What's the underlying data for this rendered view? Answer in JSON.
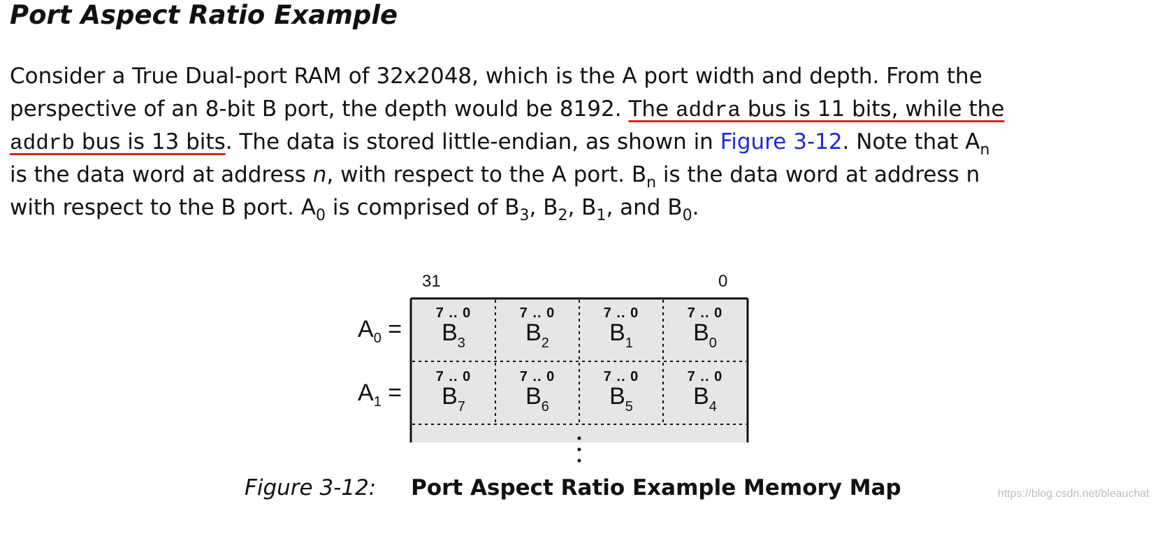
{
  "heading": "Port Aspect Ratio Example",
  "para": {
    "l1": "Consider a True Dual-port RAM of 32x2048, which is the A port width and depth. From the",
    "l2a": "perspective of an 8-bit B port, the depth would be 8192. ",
    "l2b": "The ",
    "l2c": "addra",
    "l2d": " bus is 11 bits, while the",
    "l3a": "addrb",
    "l3b": " bus is 13 bits",
    "l3c": ". The data is stored little-endian, as shown in ",
    "l3link": "Figure 3-12",
    "l3d": ". Note that A",
    "l3sub": "n",
    "l4a": "is the data word at address ",
    "l4b": "n",
    "l4c": ", with respect to the A port. B",
    "l4sub": "n",
    "l4d": " is the data word at address n",
    "l5a": "with respect to the B port. A",
    "l5s1": "0",
    "l5b": " is comprised of B",
    "l5s2": "3",
    "l5c": ", B",
    "l5s3": "2",
    "l5d": ", B",
    "l5s4": "1",
    "l5e": ", and B",
    "l5s5": "0",
    "l5f": "."
  },
  "diagram": {
    "msb": "31",
    "lsb": "0",
    "rows": [
      {
        "label": "A",
        "sub": "0",
        "eq": "=",
        "cells": [
          {
            "bits": "7 .. 0",
            "b": "B",
            "s": "3"
          },
          {
            "bits": "7 .. 0",
            "b": "B",
            "s": "2"
          },
          {
            "bits": "7 .. 0",
            "b": "B",
            "s": "1"
          },
          {
            "bits": "7 .. 0",
            "b": "B",
            "s": "0"
          }
        ]
      },
      {
        "label": "A",
        "sub": "1",
        "eq": "=",
        "cells": [
          {
            "bits": "7 .. 0",
            "b": "B",
            "s": "7"
          },
          {
            "bits": "7 .. 0",
            "b": "B",
            "s": "6"
          },
          {
            "bits": "7 .. 0",
            "b": "B",
            "s": "5"
          },
          {
            "bits": "7 .. 0",
            "b": "B",
            "s": "4"
          }
        ]
      }
    ],
    "colors": {
      "fill": "#e6e6e6",
      "border": "#111111"
    }
  },
  "caption": {
    "number": "Figure 3-12:",
    "title": "Port Aspect Ratio Example Memory Map"
  },
  "watermark": "https://blog.csdn.net/bleauchat"
}
